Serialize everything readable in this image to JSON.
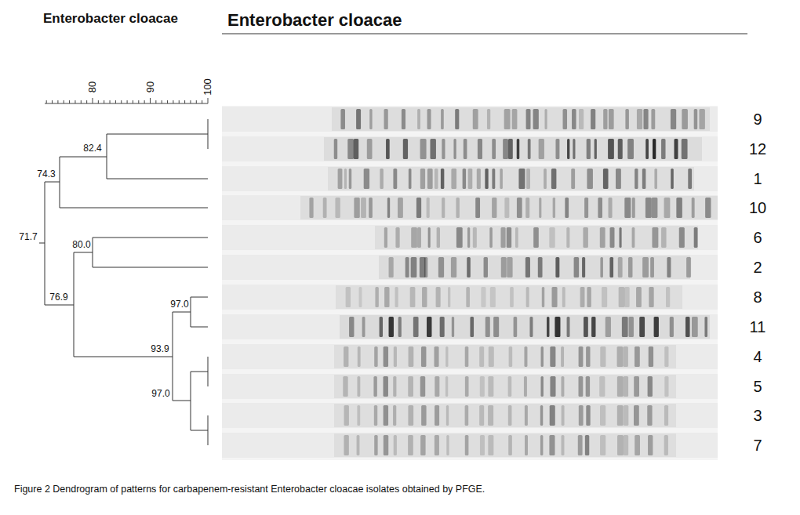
{
  "diagram": {
    "title": "Enterobacter cloacae",
    "caption": "Figure 2 Dendrogram of patterns for carbapenem-resistant Enterobacter cloacae isolates obtained by PFGE.",
    "labels": [
      "Enterobacter cloacae",
      "80",
      "90",
      "100",
      "82.4",
      "74.3",
      "71.7",
      "80.0",
      "76.9",
      "97.0",
      "93.9",
      "97.0",
      "9",
      "12",
      "1",
      "10",
      "6",
      "2",
      "8",
      "11",
      "4",
      "5",
      "3",
      "7"
    ]
  }
}
